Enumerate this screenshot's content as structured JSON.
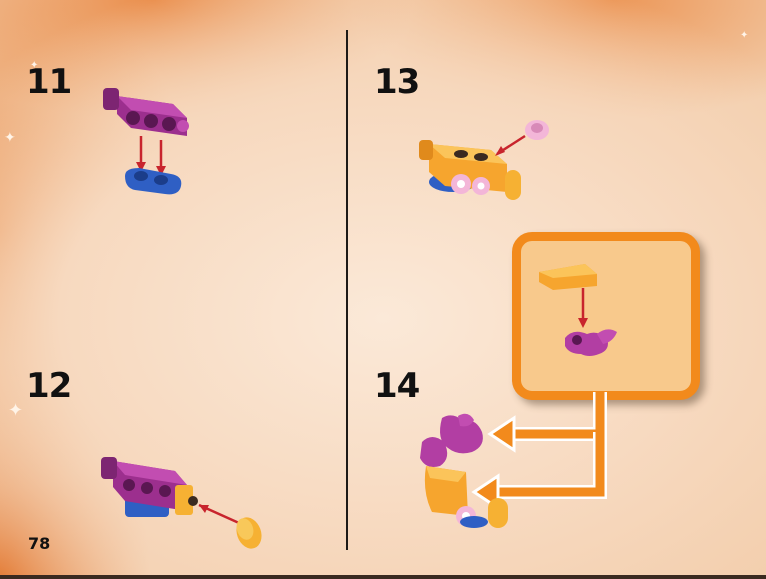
{
  "page": {
    "number": "78"
  },
  "steps": [
    {
      "number": "11"
    },
    {
      "number": "12"
    },
    {
      "number": "13"
    },
    {
      "number": "14"
    }
  ],
  "colors": {
    "orange": "#f28a1c",
    "purple": "#b23ea3",
    "blue": "#2f5fc4",
    "yellow": "#f6b133",
    "pink": "#f3b6d8",
    "arrow_red": "#c8242d"
  }
}
